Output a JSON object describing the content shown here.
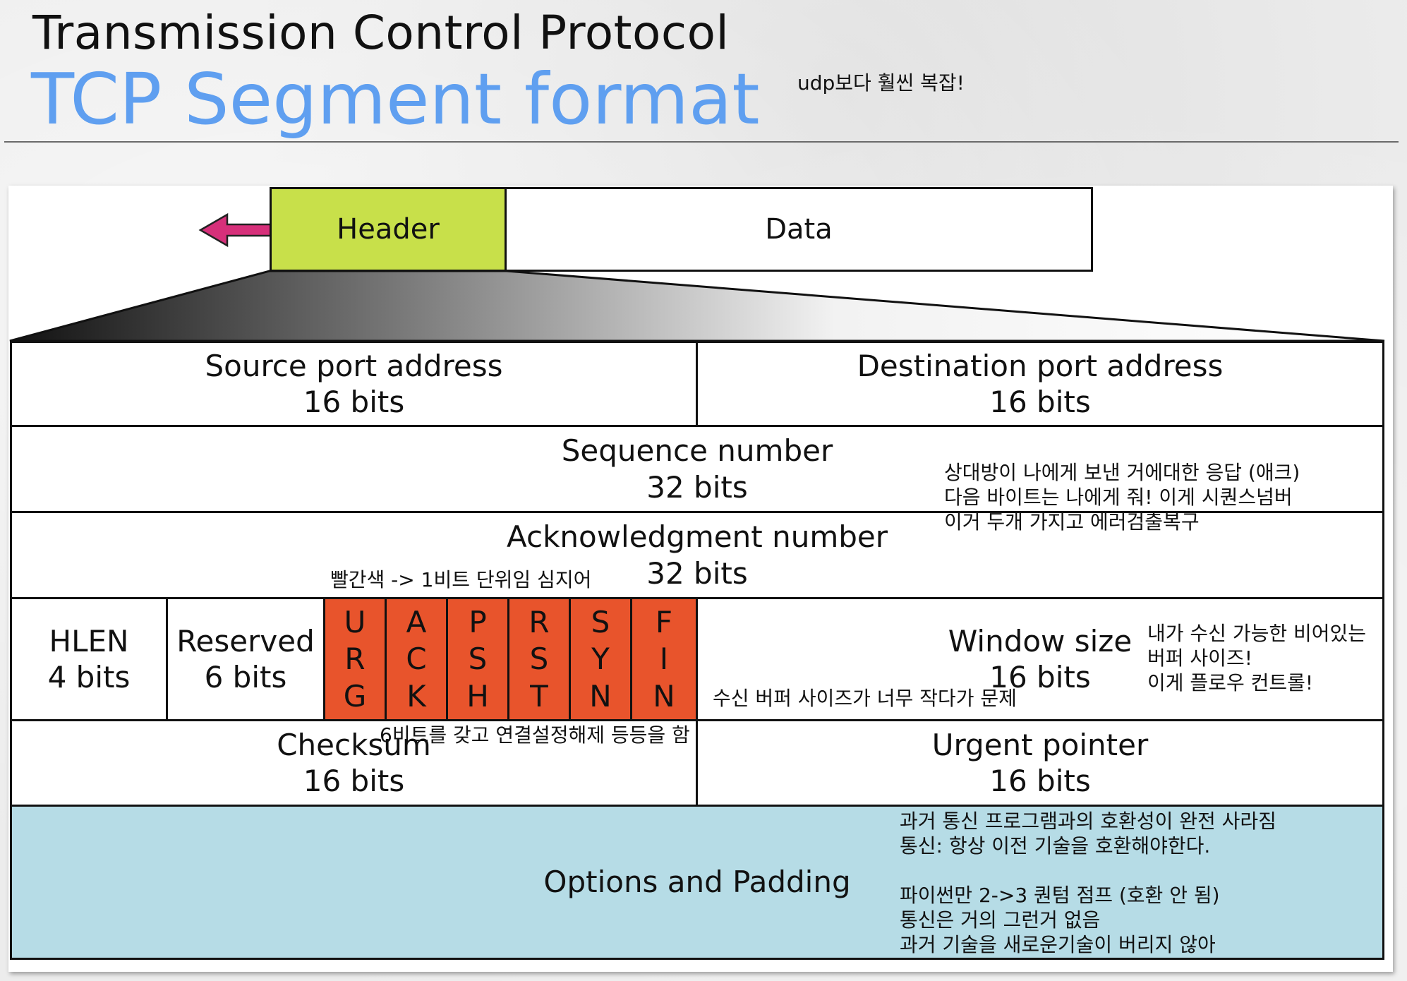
{
  "title": {
    "top": "Transmission Control Protocol",
    "main": "TCP Segment format",
    "note": "udp보다 훨씬 복잡!"
  },
  "segment": {
    "header": "Header",
    "data": "Data"
  },
  "fields": {
    "source_port": {
      "name": "Source port address",
      "bits": "16 bits"
    },
    "dest_port": {
      "name": "Destination port address",
      "bits": "16 bits"
    },
    "sequence": {
      "name": "Sequence number",
      "bits": "32 bits"
    },
    "ack": {
      "name": "Acknowledgment number",
      "bits": "32 bits"
    },
    "hlen": {
      "name": "HLEN",
      "bits": "4 bits"
    },
    "reserved": {
      "name": "Reserved",
      "bits": "6 bits"
    },
    "window": {
      "name": "Window size",
      "bits": "16 bits"
    },
    "checksum": {
      "name": "Checksum",
      "bits": "16 bits"
    },
    "urgent": {
      "name": "Urgent pointer",
      "bits": "16 bits"
    },
    "options": {
      "name": "Options and Padding"
    }
  },
  "flags": [
    {
      "letters": [
        "U",
        "R",
        "G"
      ]
    },
    {
      "letters": [
        "A",
        "C",
        "K"
      ]
    },
    {
      "letters": [
        "P",
        "S",
        "H"
      ]
    },
    {
      "letters": [
        "R",
        "S",
        "T"
      ]
    },
    {
      "letters": [
        "S",
        "Y",
        "N"
      ]
    },
    {
      "letters": [
        "F",
        "I",
        "N"
      ]
    }
  ],
  "notes": {
    "ack_note": "상대방이 나에게 보낸 거에대한 응답 (애크)\n다음 바이트는 나에게 줘! 이게 시퀀스넘버\n이거 두개 가지고 에러검출복구",
    "flags_note": "빨간색 -> 1비트 단위임 심지어",
    "flags_bottom_note": "6비트를 갖고 연결설정해제 등등을 함",
    "window_small_note": "수신 버퍼 사이즈가 너무 작다가 문제",
    "window_note": "내가 수신 가능한 비어있는\n버퍼 사이즈!\n이게 플로우 컨트롤!",
    "options_note": "과거 통신 프로그램과의 호환성이 완전 사라짐\n통신: 항상 이전 기술을 호환해야한다.\n\n파이썬만 2->3 퀀텀 점프 (호환 안 됨)\n통신은 거의 그런거 없음\n과거 기술을 새로운기술이 버리지 않아"
  },
  "colors": {
    "title_accent": "#5f9ff0",
    "header_fill": "#c8e04a",
    "flag_fill": "#e8542c",
    "options_fill": "#b6dce6",
    "arrow_fill": "#d6307a"
  }
}
